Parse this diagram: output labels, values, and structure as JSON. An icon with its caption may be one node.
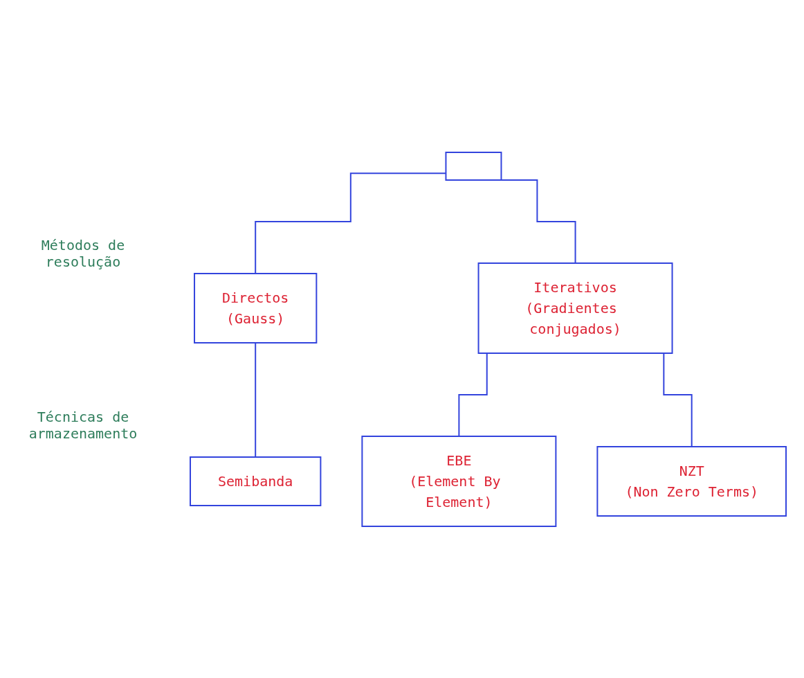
{
  "diagram": {
    "nodes": [
      {
        "text": [],
        "shape": "box"
      },
      {
        "text": [
          "Directos",
          "(Gauss)"
        ]
      },
      {
        "text": [
          "Iterativos",
          "(Gradientes conjugados)"
        ]
      },
      {
        "text": [
          "Semibanda"
        ]
      },
      {
        "text": [
          "EBE",
          "(Element By Element)"
        ]
      },
      {
        "text": [
          "NZT",
          "(Non Zero Terms)"
        ]
      }
    ],
    "edges": [
      {
        "from": 0,
        "to": 1,
        "arrow": "none"
      },
      {
        "from": 0,
        "to": 2,
        "arrow": "none"
      },
      {
        "from": 1,
        "to": 3,
        "arrow": "none"
      },
      {
        "from": 2,
        "to": 4,
        "arrow": "none"
      },
      {
        "from": 2,
        "to": 5,
        "arrow": "none"
      }
    ],
    "labels": [
      "Métodos de resolução",
      "Técnicas de armazenamento"
    ]
  }
}
